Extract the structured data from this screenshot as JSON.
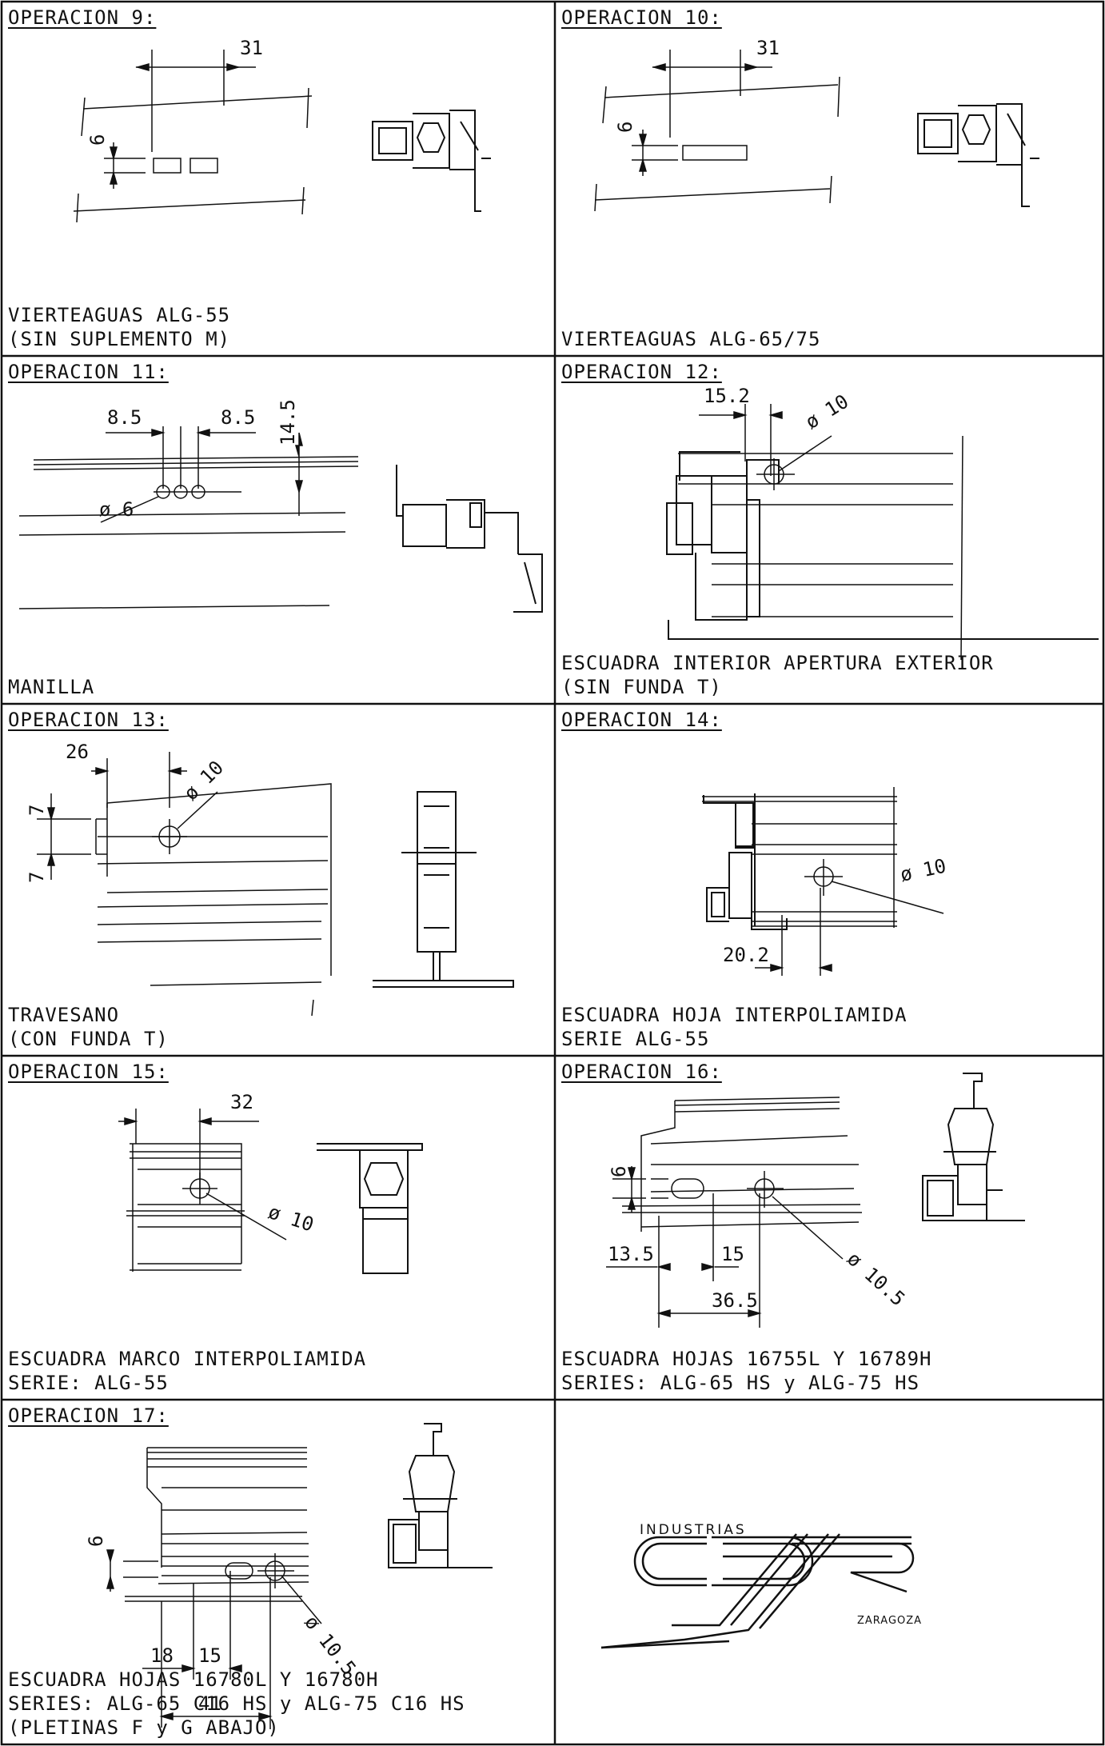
{
  "operations": [
    {
      "title": "OPERACION 9:",
      "caption": [
        "VIERTEAGUAS ALG-55",
        "(SIN SUPLEMENTO M)"
      ],
      "dims": [
        "31",
        "6"
      ]
    },
    {
      "title": "OPERACION 10:",
      "caption": [
        "VIERTEAGUAS ALG-65/75"
      ],
      "dims": [
        "31",
        "6"
      ]
    },
    {
      "title": "OPERACION 11:",
      "caption": [
        "MANILLA"
      ],
      "dims": [
        "8.5",
        "8.5",
        "14.5",
        "ø 6"
      ]
    },
    {
      "title": "OPERACION 12:",
      "caption": [
        "ESCUADRA INTERIOR APERTURA EXTERIOR",
        "(SIN FUNDA T)"
      ],
      "dims": [
        "15.2",
        "ø 10"
      ]
    },
    {
      "title": "OPERACION 13:",
      "caption": [
        "TRAVESANO",
        "(CON FUNDA T)"
      ],
      "dims": [
        "26",
        "ø 10",
        "7",
        "7"
      ]
    },
    {
      "title": "OPERACION 14:",
      "caption": [
        "ESCUADRA HOJA INTERPOLIAMIDA",
        "SERIE ALG-55"
      ],
      "dims": [
        "ø 10",
        "20.2"
      ]
    },
    {
      "title": "OPERACION 15:",
      "caption": [
        "ESCUADRA MARCO INTERPOLIAMIDA",
        "SERIE: ALG-55"
      ],
      "dims": [
        "32",
        "ø 10"
      ]
    },
    {
      "title": "OPERACION 16:",
      "caption": [
        "ESCUADRA HOJAS 16755L Y 16789H",
        "SERIES: ALG-65 HS y ALG-75 HS"
      ],
      "dims": [
        "6",
        "13.5",
        "15",
        "36.5",
        "ø 10.5"
      ]
    },
    {
      "title": "OPERACION 17:",
      "caption": [
        "ESCUADRA HOJAS 16780L Y 16780H",
        "SERIES: ALG-65 C16 HS y ALG-75 C16 HS",
        "(PLETINAS F y G ABAJO)"
      ],
      "dims": [
        "6",
        "18",
        "15",
        "41",
        "ø 10.5"
      ]
    }
  ],
  "logo": {
    "top": "INDUSTRIAS",
    "bottom": "ZARAGOZA"
  }
}
